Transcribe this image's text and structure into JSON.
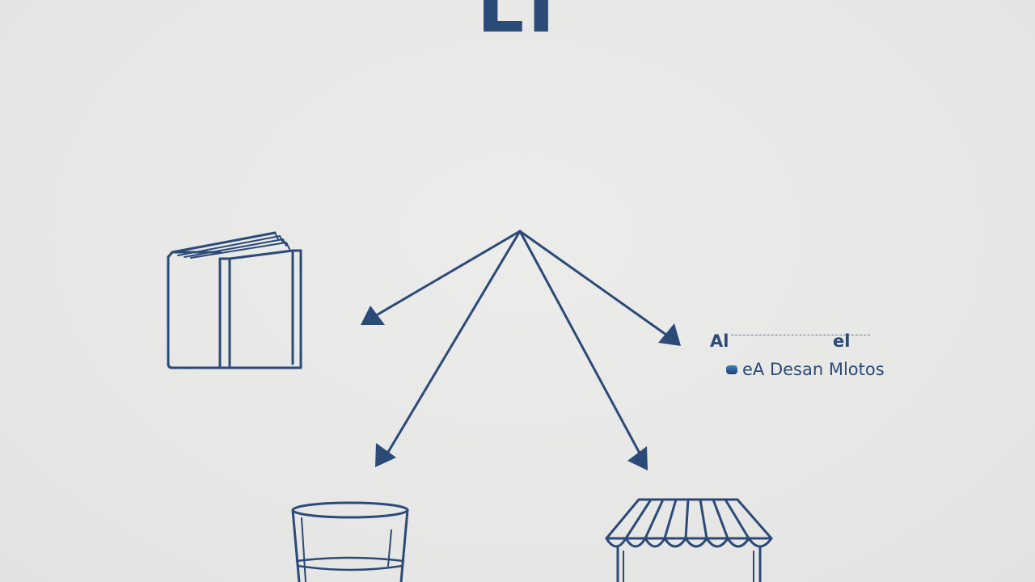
{
  "colors": {
    "background": "#e8e8e7",
    "ink": "#2b4a77",
    "title": "#2a4a78"
  },
  "diagram": {
    "title": "LI",
    "icons": [
      "book-icon",
      "glass-of-water-icon",
      "market-stall-icon"
    ],
    "label": {
      "top_left": "Al",
      "top_right": "el",
      "bottom": "eA Desan Mlotos"
    }
  }
}
